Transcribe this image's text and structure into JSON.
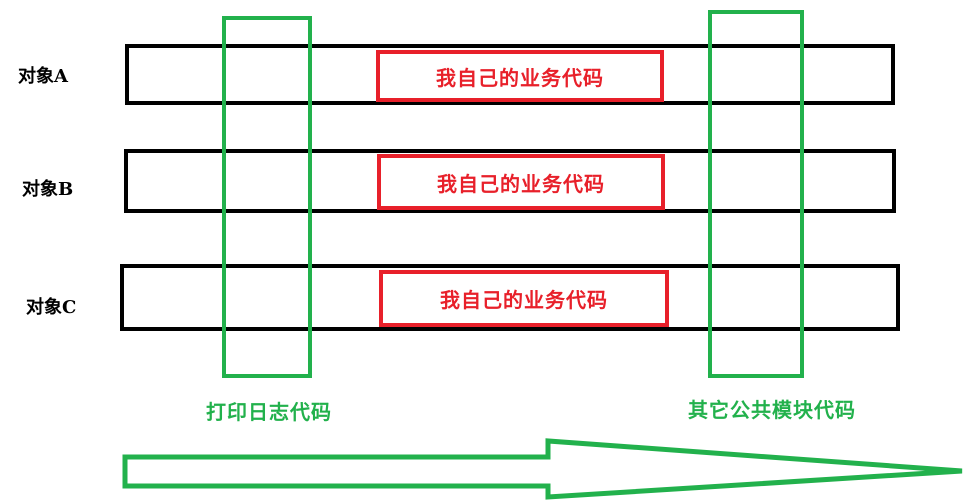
{
  "objects": [
    {
      "label": "对象A",
      "code": "我自己的业务代码"
    },
    {
      "label": "对象B",
      "code": "我自己的业务代码"
    },
    {
      "label": "对象C",
      "code": "我自己的业务代码"
    }
  ],
  "aspects": {
    "logging": "打印日志代码",
    "common": "其它公共模块代码"
  },
  "colors": {
    "object_border": "#000000",
    "business_code": "#e8202a",
    "aspect": "#22b14c"
  }
}
